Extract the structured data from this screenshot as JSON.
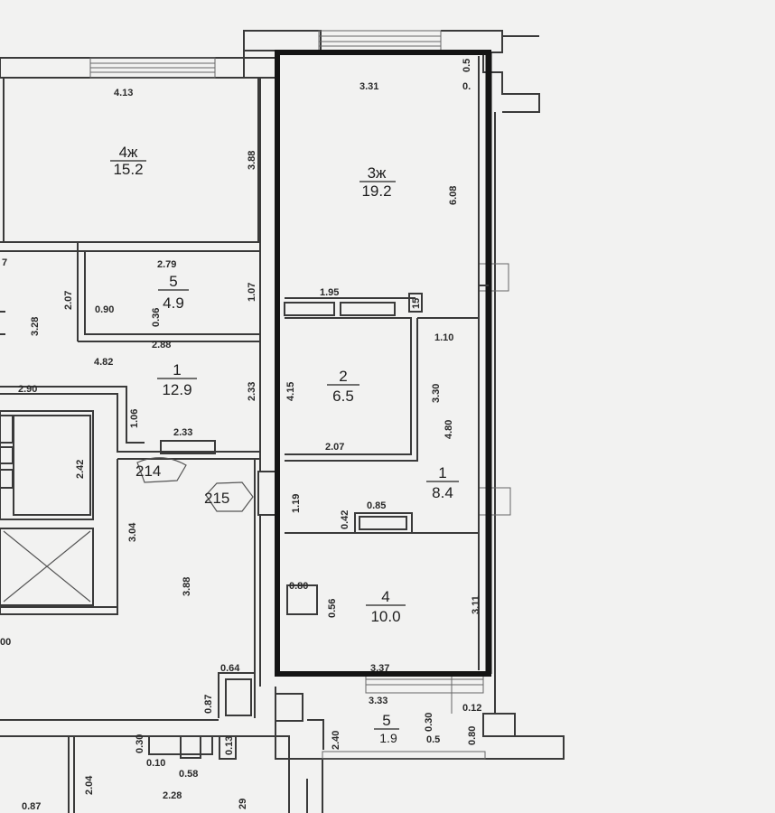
{
  "rooms": [
    {
      "id": "4k",
      "name": "4ж",
      "area": "15.2"
    },
    {
      "id": "3k",
      "name": "3ж",
      "area": "19.2"
    },
    {
      "id": "5l",
      "name": "5",
      "area": "4.9"
    },
    {
      "id": "1l",
      "name": "1",
      "area": "12.9"
    },
    {
      "id": "2r",
      "name": "2",
      "area": "6.5"
    },
    {
      "id": "1r",
      "name": "1",
      "area": "8.4"
    },
    {
      "id": "4r",
      "name": "4",
      "area": "10.0"
    },
    {
      "id": "5b",
      "name": "5",
      "area": "1.9"
    }
  ],
  "dimensions": {
    "d413": "4.13",
    "d388a": "3.88",
    "d331": "3.31",
    "d005": "0.5",
    "d00b": "0.",
    "d608": "6.08",
    "d279": "2.79",
    "d207a": "2.07",
    "d090": "0.90",
    "d036": "0.36",
    "d107": "1.07",
    "d328": "3.28",
    "d288": "2.88",
    "d482": "4.82",
    "d233a": "2.33",
    "d290": "2.90",
    "d106": "1.06",
    "d233b": "2.33",
    "d242": "2.42",
    "d304": "3.04",
    "d388b": "3.88",
    "d7": "7",
    "d195": "1.95",
    "d15": "15",
    "d110": "1.10",
    "d330": "3.30",
    "d415": "4.15",
    "d207b": "2.07",
    "d480": "4.80",
    "d119": "1.19",
    "d085": "0.85",
    "d042": "0.42",
    "d080": "0.80",
    "d056": "0.56",
    "d311": "3.11",
    "d337": "3.37",
    "d333": "3.33",
    "d012": "0.12",
    "d240": "2.40",
    "d030": "0.30",
    "d05": "0.5",
    "d080b": "0.80",
    "d064": "0.64",
    "d087": "0.87",
    "d030b": "0.30",
    "d010": "0.10",
    "d058": "0.58",
    "d013": "0.13",
    "d228": "2.28",
    "d204": "2.04",
    "d087b": "0.87",
    "d29": "29",
    "d00": "00"
  },
  "markers": {
    "m214": "214",
    "m215": "215"
  }
}
